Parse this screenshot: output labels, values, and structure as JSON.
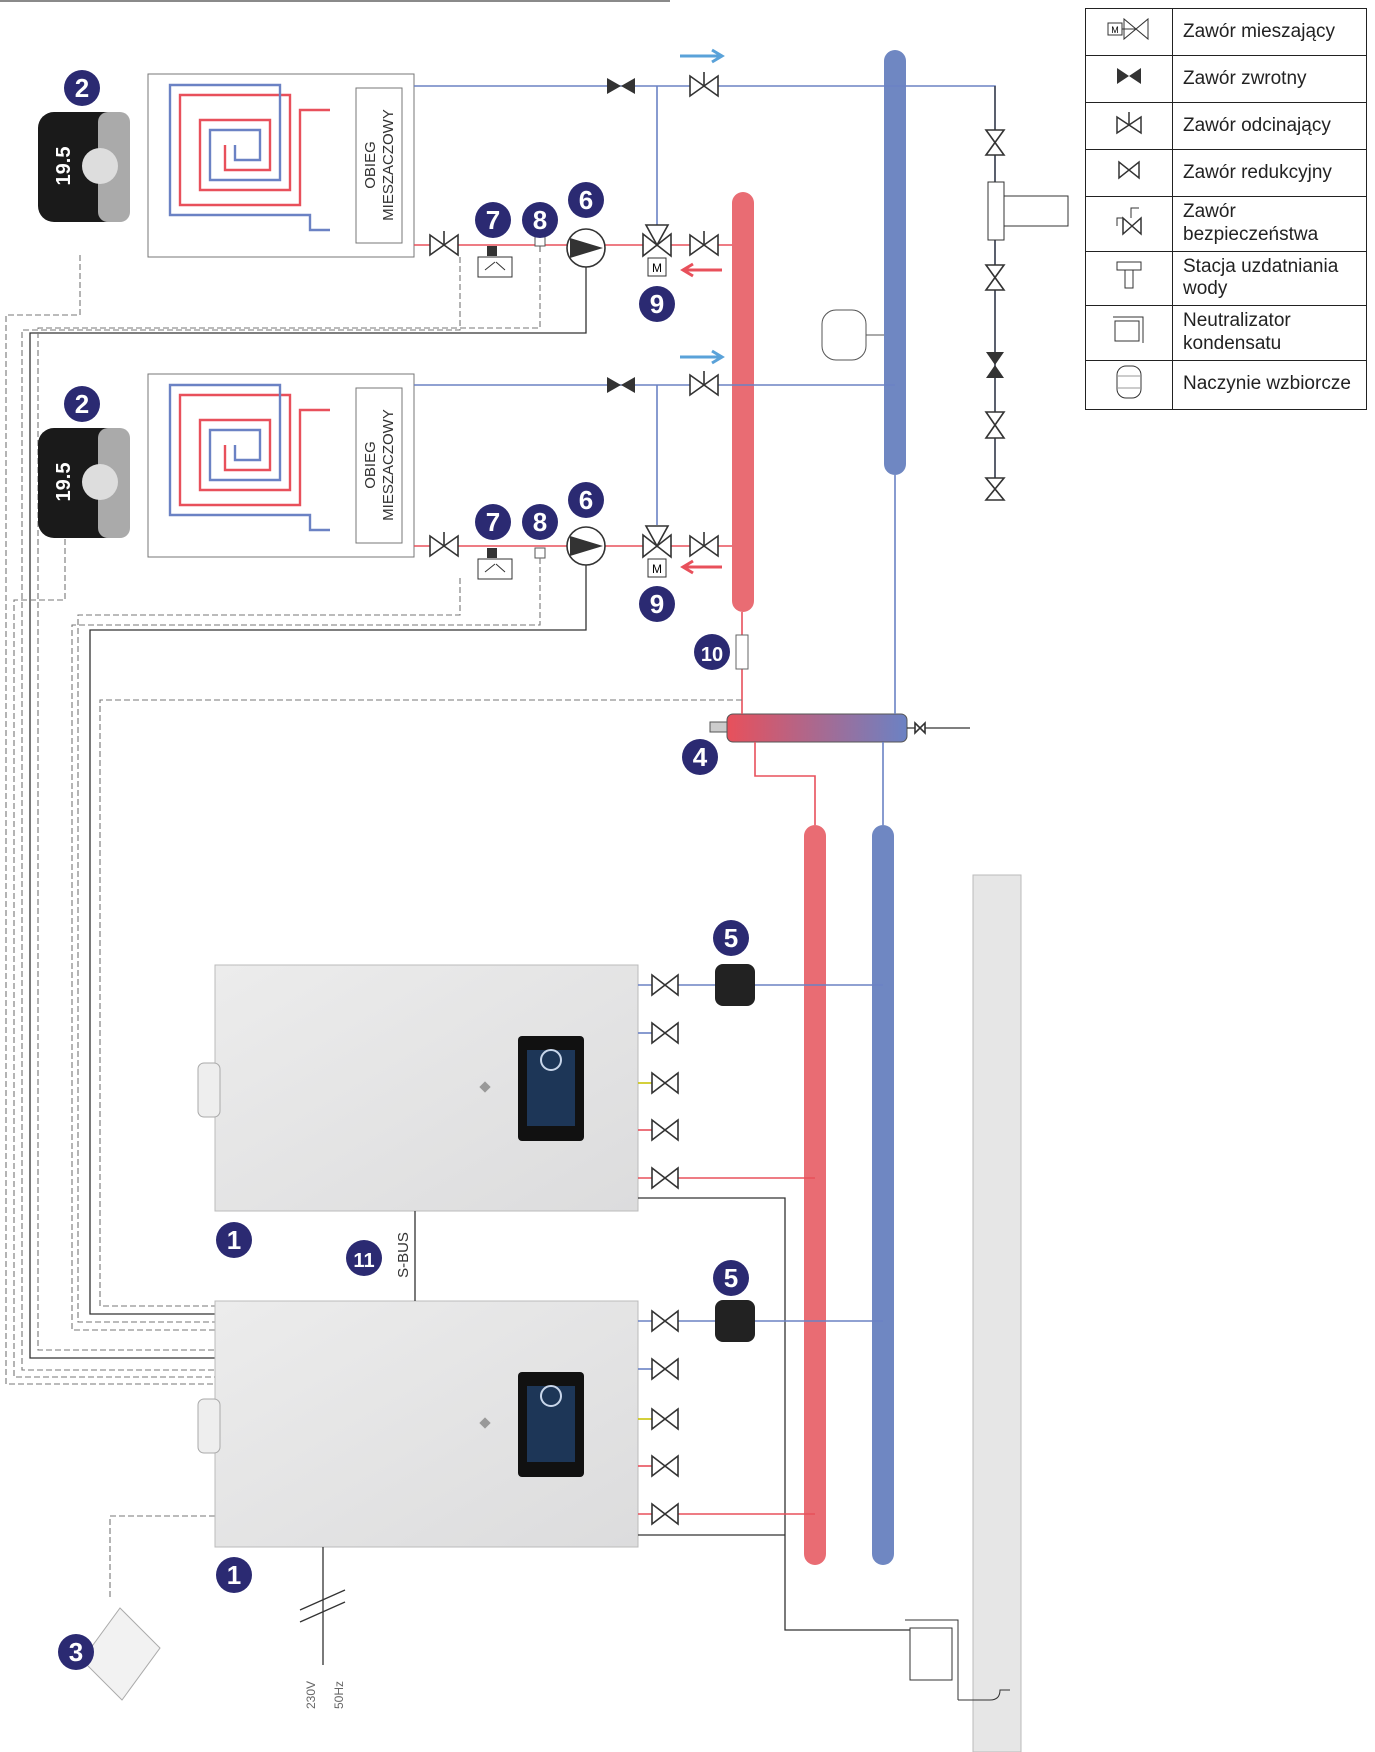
{
  "legend": [
    {
      "icon": "mixing-valve-icon",
      "label": "Zawór mieszający"
    },
    {
      "icon": "check-valve-icon",
      "label": "Zawór zwrotny"
    },
    {
      "icon": "shutoff-valve-icon",
      "label": "Zawór odcinający"
    },
    {
      "icon": "reducing-valve-icon",
      "label": "Zawór redukcyjny"
    },
    {
      "icon": "safety-valve-icon",
      "label": "Zawór bezpieczeństwa"
    },
    {
      "icon": "water-treatment-station-icon",
      "label": "Stacja uzdatniania wody"
    },
    {
      "icon": "condensate-neutralizer-icon",
      "label": "Neutralizator kondensatu"
    },
    {
      "icon": "expansion-vessel-icon",
      "label": "Naczynie wzbiorcze"
    }
  ],
  "circuits": [
    {
      "label_line1": "OBIEG",
      "label_line2": "MIESZACZOWY"
    },
    {
      "label_line1": "OBIEG",
      "label_line2": "MIESZACZOWY"
    }
  ],
  "thermostat": {
    "display_value": "19.5"
  },
  "badges": {
    "boiler": "1",
    "thermostat": "2",
    "outdoor_sensor": "3",
    "hydraulic_separator": "4",
    "filter": "5",
    "pump": "6",
    "safety_thermostat": "7",
    "temp_sensor": "8",
    "mixing_valve_motor": "9",
    "flow_sensor": "10",
    "sbus": "11"
  },
  "sbus_label": "S-BUS",
  "power_label_voltage": "230V",
  "power_label_freq": "50Hz",
  "motor_label": "M",
  "colors": {
    "supply": "#e8505b",
    "return": "#6b82c4",
    "badge": "#2b2a72",
    "boiler_body": "#e3e3e4"
  }
}
